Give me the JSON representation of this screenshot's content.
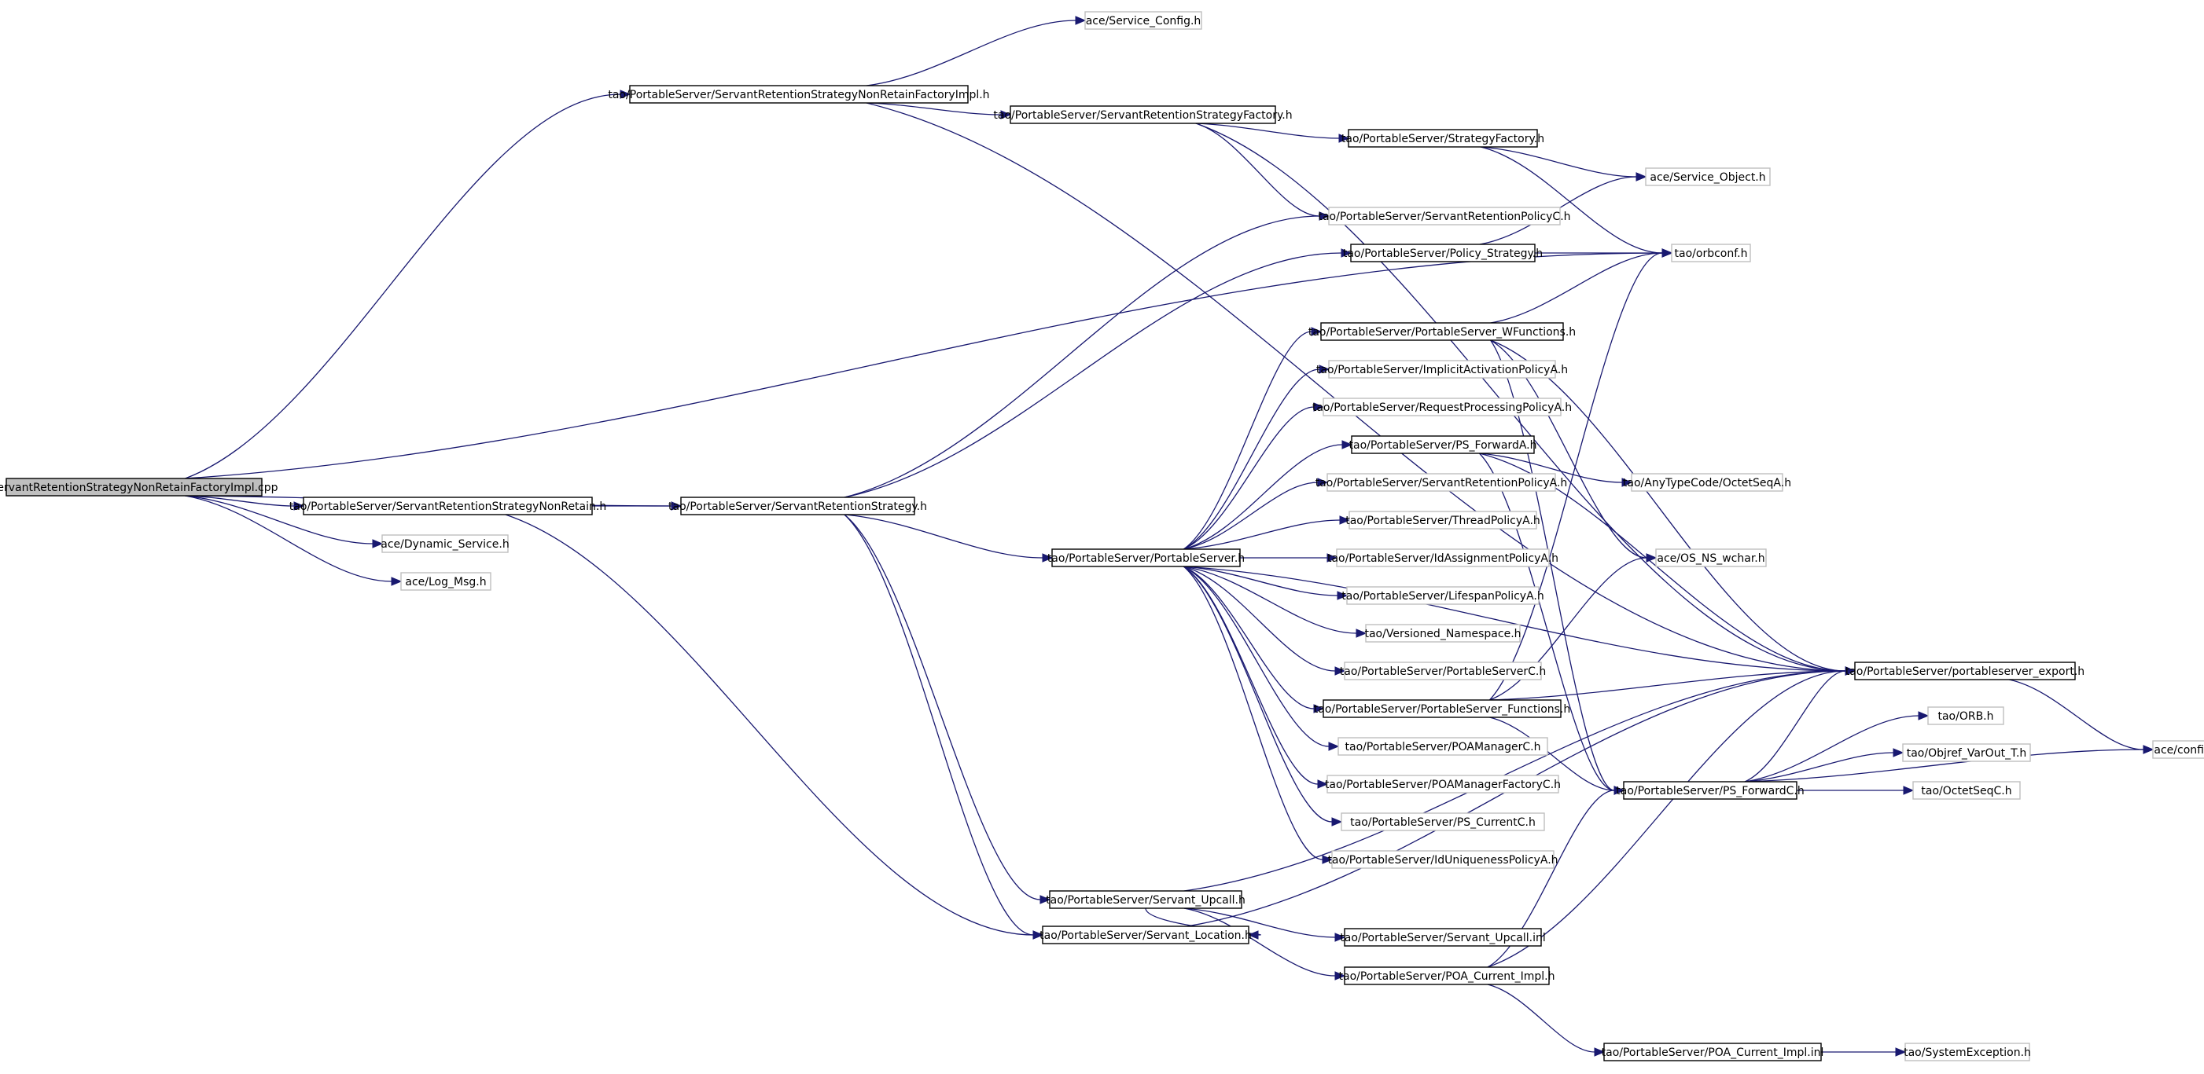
{
  "diagram": {
    "type": "include-dependency-graph",
    "colors": {
      "edge": "#191970",
      "documented_border": "#000000",
      "undocumented_border": "#bfbfbf",
      "root_fill": "#bfbfbf"
    },
    "nodes": [
      {
        "id": "root",
        "label": "ServantRetentionStrategyNonRetainFactoryImpl.cpp",
        "style": "root"
      },
      {
        "id": "svc_config",
        "label": "ace/Service_Config.h",
        "style": "faint"
      },
      {
        "id": "nr_factory_impl",
        "label": "tao/PortableServer/ServantRetentionStrategyNonRetainFactoryImpl.h",
        "style": "solid"
      },
      {
        "id": "srs_factory",
        "label": "tao/PortableServer/ServantRetentionStrategyFactory.h",
        "style": "solid"
      },
      {
        "id": "strategy_factory",
        "label": "tao/PortableServer/StrategyFactory.h",
        "style": "solid"
      },
      {
        "id": "svc_object",
        "label": "ace/Service_Object.h",
        "style": "faint"
      },
      {
        "id": "srp_c",
        "label": "tao/PortableServer/ServantRetentionPolicyC.h",
        "style": "faint"
      },
      {
        "id": "policy_strategy",
        "label": "tao/PortableServer/Policy_Strategy.h",
        "style": "solid"
      },
      {
        "id": "orbconf",
        "label": "tao/orbconf.h",
        "style": "faint"
      },
      {
        "id": "ps_wfunctions",
        "label": "tao/PortableServer/PortableServer_WFunctions.h",
        "style": "solid"
      },
      {
        "id": "iap_a",
        "label": "tao/PortableServer/ImplicitActivationPolicyA.h",
        "style": "faint"
      },
      {
        "id": "rpp_a",
        "label": "tao/PortableServer/RequestProcessingPolicyA.h",
        "style": "faint"
      },
      {
        "id": "ps_forward_a",
        "label": "tao/PortableServer/PS_ForwardA.h",
        "style": "solid"
      },
      {
        "id": "octetseq_a",
        "label": "tao/AnyTypeCode/OctetSeqA.h",
        "style": "faint"
      },
      {
        "id": "srp_a",
        "label": "tao/PortableServer/ServantRetentionPolicyA.h",
        "style": "faint"
      },
      {
        "id": "nr",
        "label": "tao/PortableServer/ServantRetentionStrategyNonRetain.h",
        "style": "solid"
      },
      {
        "id": "srs",
        "label": "tao/PortableServer/ServantRetentionStrategy.h",
        "style": "solid"
      },
      {
        "id": "thread_a",
        "label": "tao/PortableServer/ThreadPolicyA.h",
        "style": "faint"
      },
      {
        "id": "dyn_svc",
        "label": "ace/Dynamic_Service.h",
        "style": "faint"
      },
      {
        "id": "portableserver",
        "label": "tao/PortableServer/PortableServer.h",
        "style": "solid"
      },
      {
        "id": "idassign_a",
        "label": "tao/PortableServer/IdAssignmentPolicyA.h",
        "style": "faint"
      },
      {
        "id": "os_ns_wchar",
        "label": "ace/OS_NS_wchar.h",
        "style": "faint"
      },
      {
        "id": "log_msg",
        "label": "ace/Log_Msg.h",
        "style": "faint"
      },
      {
        "id": "lifespan_a",
        "label": "tao/PortableServer/LifespanPolicyA.h",
        "style": "faint"
      },
      {
        "id": "versioned_ns",
        "label": "tao/Versioned_Namespace.h",
        "style": "faint"
      },
      {
        "id": "ps_c",
        "label": "tao/PortableServer/PortableServerC.h",
        "style": "faint"
      },
      {
        "id": "ps_export",
        "label": "tao/PortableServer/portableserver_export.h",
        "style": "solid"
      },
      {
        "id": "ps_functions",
        "label": "tao/PortableServer/PortableServer_Functions.h",
        "style": "solid"
      },
      {
        "id": "orb_h",
        "label": "tao/ORB.h",
        "style": "faint"
      },
      {
        "id": "poamgr_c",
        "label": "tao/PortableServer/POAManagerC.h",
        "style": "faint"
      },
      {
        "id": "config_all",
        "label": "ace/config-all.h",
        "style": "faint"
      },
      {
        "id": "objref_varout",
        "label": "tao/Objref_VarOut_T.h",
        "style": "faint"
      },
      {
        "id": "poamgr_factory_c",
        "label": "tao/PortableServer/POAManagerFactoryC.h",
        "style": "faint"
      },
      {
        "id": "ps_forward_c",
        "label": "tao/PortableServer/PS_ForwardC.h",
        "style": "solid"
      },
      {
        "id": "octetseq_c",
        "label": "tao/OctetSeqC.h",
        "style": "faint"
      },
      {
        "id": "ps_current_c",
        "label": "tao/PortableServer/PS_CurrentC.h",
        "style": "faint"
      },
      {
        "id": "iduniq_a",
        "label": "tao/PortableServer/IdUniquenessPolicyA.h",
        "style": "faint"
      },
      {
        "id": "servant_upcall",
        "label": "tao/PortableServer/Servant_Upcall.h",
        "style": "solid"
      },
      {
        "id": "servant_location",
        "label": "tao/PortableServer/Servant_Location.h",
        "style": "solid"
      },
      {
        "id": "servant_upcall_inl",
        "label": "tao/PortableServer/Servant_Upcall.inl",
        "style": "solid"
      },
      {
        "id": "poa_current_impl",
        "label": "tao/PortableServer/POA_Current_Impl.h",
        "style": "solid"
      },
      {
        "id": "poa_current_impl_inl",
        "label": "tao/PortableServer/POA_Current_Impl.inl",
        "style": "solid"
      },
      {
        "id": "sys_exception",
        "label": "tao/SystemException.h",
        "style": "faint"
      }
    ],
    "edges": [
      [
        "root",
        "nr_factory_impl"
      ],
      [
        "root",
        "orbconf"
      ],
      [
        "root",
        "nr"
      ],
      [
        "root",
        "srs"
      ],
      [
        "root",
        "dyn_svc"
      ],
      [
        "root",
        "log_msg"
      ],
      [
        "nr_factory_impl",
        "svc_config"
      ],
      [
        "nr_factory_impl",
        "ps_export"
      ],
      [
        "nr_factory_impl",
        "srs_factory"
      ],
      [
        "srs_factory",
        "strategy_factory"
      ],
      [
        "srs_factory",
        "srp_c"
      ],
      [
        "srs_factory",
        "ps_export"
      ],
      [
        "strategy_factory",
        "svc_object"
      ],
      [
        "strategy_factory",
        "orbconf"
      ],
      [
        "policy_strategy",
        "svc_object"
      ],
      [
        "policy_strategy",
        "orbconf"
      ],
      [
        "srs",
        "srp_c"
      ],
      [
        "srs",
        "policy_strategy"
      ],
      [
        "srs",
        "portableserver"
      ],
      [
        "srs",
        "servant_upcall"
      ],
      [
        "srs",
        "servant_location"
      ],
      [
        "nr",
        "srs"
      ],
      [
        "nr",
        "servant_location"
      ],
      [
        "portableserver",
        "ps_wfunctions"
      ],
      [
        "portableserver",
        "iap_a"
      ],
      [
        "portableserver",
        "rpp_a"
      ],
      [
        "portableserver",
        "ps_forward_a"
      ],
      [
        "portableserver",
        "srp_a"
      ],
      [
        "portableserver",
        "thread_a"
      ],
      [
        "portableserver",
        "idassign_a"
      ],
      [
        "portableserver",
        "lifespan_a"
      ],
      [
        "portableserver",
        "versioned_ns"
      ],
      [
        "portableserver",
        "ps_c"
      ],
      [
        "portableserver",
        "ps_functions"
      ],
      [
        "portableserver",
        "poamgr_c"
      ],
      [
        "portableserver",
        "poamgr_factory_c"
      ],
      [
        "portableserver",
        "ps_current_c"
      ],
      [
        "portableserver",
        "iduniq_a"
      ],
      [
        "portableserver",
        "ps_export"
      ],
      [
        "ps_wfunctions",
        "orbconf"
      ],
      [
        "ps_wfunctions",
        "ps_export"
      ],
      [
        "ps_wfunctions",
        "os_ns_wchar"
      ],
      [
        "ps_wfunctions",
        "ps_forward_c"
      ],
      [
        "ps_forward_a",
        "octetseq_a"
      ],
      [
        "ps_forward_a",
        "ps_forward_c"
      ],
      [
        "ps_forward_a",
        "ps_export"
      ],
      [
        "ps_functions",
        "ps_export"
      ],
      [
        "ps_functions",
        "os_ns_wchar"
      ],
      [
        "ps_functions",
        "ps_forward_c"
      ],
      [
        "ps_functions",
        "orbconf"
      ],
      [
        "ps_export",
        "config_all"
      ],
      [
        "ps_forward_c",
        "orb_h"
      ],
      [
        "ps_forward_c",
        "objref_varout"
      ],
      [
        "ps_forward_c",
        "octetseq_c"
      ],
      [
        "ps_forward_c",
        "ps_export"
      ],
      [
        "ps_forward_c",
        "config_all"
      ],
      [
        "servant_upcall",
        "servant_upcall_inl"
      ],
      [
        "servant_upcall",
        "poa_current_impl"
      ],
      [
        "servant_upcall",
        "ps_export"
      ],
      [
        "servant_upcall",
        "servant_location"
      ],
      [
        "servant_location",
        "ps_export"
      ],
      [
        "poa_current_impl",
        "poa_current_impl_inl"
      ],
      [
        "poa_current_impl",
        "ps_forward_c"
      ],
      [
        "poa_current_impl",
        "ps_export"
      ],
      [
        "poa_current_impl_inl",
        "sys_exception"
      ]
    ]
  }
}
